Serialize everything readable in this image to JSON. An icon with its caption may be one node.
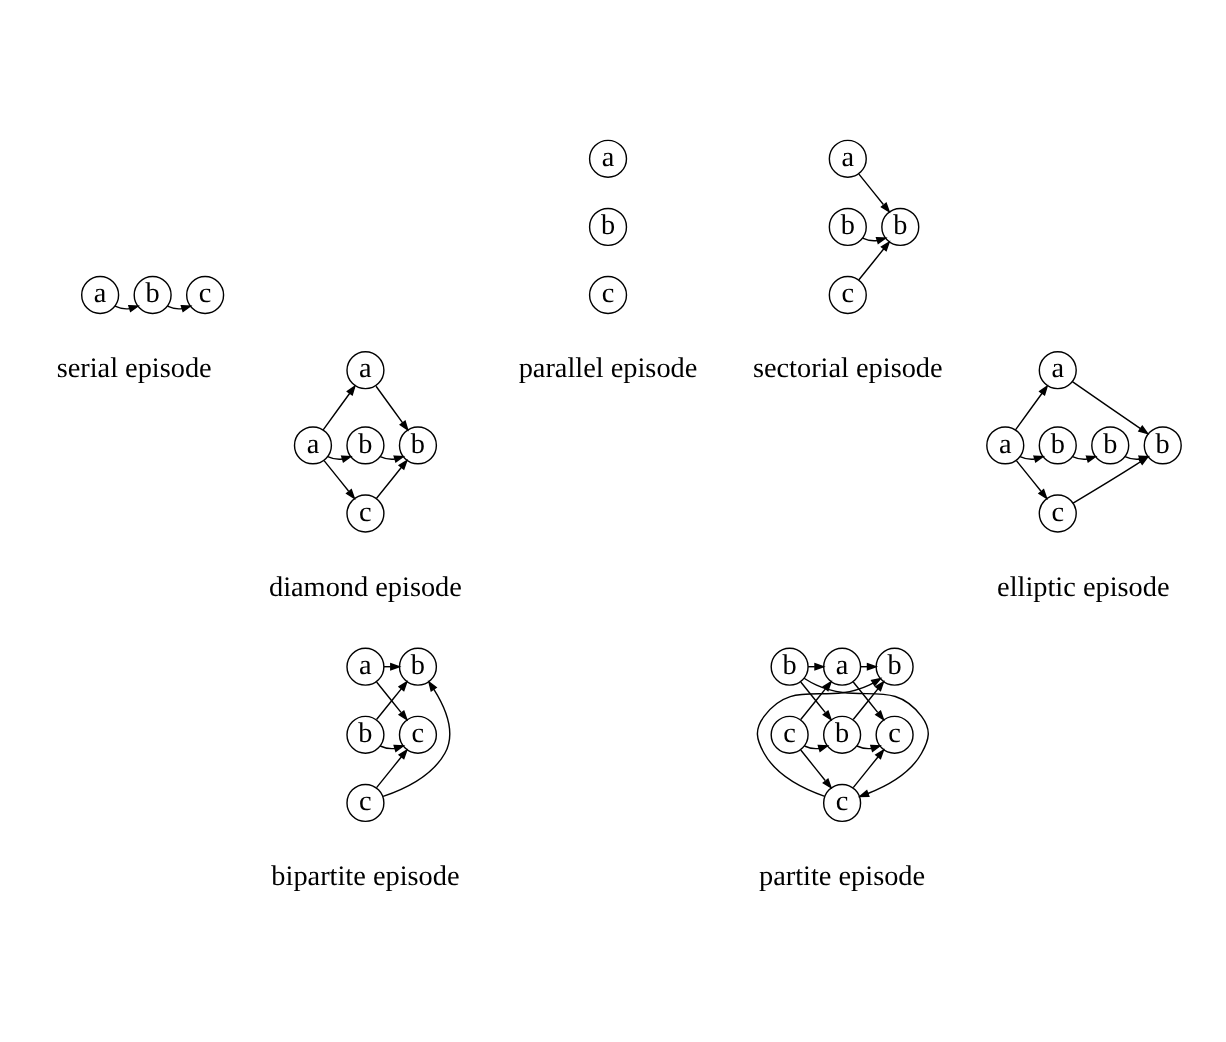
{
  "diagram": {
    "nodes": [
      {
        "text": [
          "a"
        ]
      },
      {
        "text": [
          "b"
        ]
      },
      {
        "text": [
          "c"
        ]
      },
      {
        "text": [
          "a"
        ]
      },
      {
        "text": [
          "b"
        ]
      },
      {
        "text": [
          "c"
        ]
      },
      {
        "text": [
          "a"
        ]
      },
      {
        "text": [
          "b"
        ]
      },
      {
        "text": [
          "c"
        ]
      },
      {
        "text": [
          "b"
        ]
      },
      {
        "text": [
          "a"
        ]
      },
      {
        "text": [
          "a"
        ]
      },
      {
        "text": [
          "b"
        ]
      },
      {
        "text": [
          "c"
        ]
      },
      {
        "text": [
          "b"
        ]
      },
      {
        "text": [
          "a"
        ]
      },
      {
        "text": [
          "a"
        ]
      },
      {
        "text": [
          "b"
        ]
      },
      {
        "text": [
          "b"
        ]
      },
      {
        "text": [
          "c"
        ]
      },
      {
        "text": [
          "b"
        ]
      },
      {
        "text": [
          "a"
        ]
      },
      {
        "text": [
          "b"
        ]
      },
      {
        "text": [
          "c"
        ]
      },
      {
        "text": [
          "b"
        ]
      },
      {
        "text": [
          "c"
        ]
      },
      {
        "text": [
          "b"
        ]
      },
      {
        "text": [
          "c"
        ]
      },
      {
        "text": [
          "a"
        ]
      },
      {
        "text": [
          "b"
        ]
      },
      {
        "text": [
          "c"
        ]
      },
      {
        "text": [
          "b"
        ]
      },
      {
        "text": [
          "c"
        ]
      }
    ],
    "edges": [
      {
        "from": 0,
        "to": 1,
        "arrow": "to"
      },
      {
        "from": 1,
        "to": 2,
        "arrow": "to"
      },
      {
        "from": 6,
        "to": 9,
        "arrow": "to"
      },
      {
        "from": 7,
        "to": 9,
        "arrow": "to"
      },
      {
        "from": 8,
        "to": 9,
        "arrow": "to"
      },
      {
        "from": 10,
        "to": 11,
        "arrow": "to"
      },
      {
        "from": 10,
        "to": 12,
        "arrow": "to"
      },
      {
        "from": 10,
        "to": 13,
        "arrow": "to"
      },
      {
        "from": 11,
        "to": 14,
        "arrow": "to"
      },
      {
        "from": 12,
        "to": 14,
        "arrow": "to"
      },
      {
        "from": 13,
        "to": 14,
        "arrow": "to"
      },
      {
        "from": 15,
        "to": 16,
        "arrow": "to"
      },
      {
        "from": 15,
        "to": 17,
        "arrow": "to"
      },
      {
        "from": 15,
        "to": 19,
        "arrow": "to"
      },
      {
        "from": 17,
        "to": 18,
        "arrow": "to"
      },
      {
        "from": 16,
        "to": 20,
        "arrow": "to"
      },
      {
        "from": 18,
        "to": 20,
        "arrow": "to"
      },
      {
        "from": 19,
        "to": 20,
        "arrow": "to"
      },
      {
        "from": 21,
        "to": 24,
        "arrow": "to"
      },
      {
        "from": 21,
        "to": 25,
        "arrow": "to"
      },
      {
        "from": 22,
        "to": 24,
        "arrow": "to"
      },
      {
        "from": 22,
        "to": 25,
        "arrow": "to"
      },
      {
        "from": 23,
        "to": 24,
        "arrow": "to"
      },
      {
        "from": 23,
        "to": 25,
        "arrow": "to"
      },
      {
        "from": 26,
        "to": 28,
        "arrow": "to"
      },
      {
        "from": 26,
        "to": 29,
        "arrow": "to"
      },
      {
        "from": 26,
        "to": 30,
        "arrow": "to"
      },
      {
        "from": 27,
        "to": 28,
        "arrow": "to"
      },
      {
        "from": 27,
        "to": 29,
        "arrow": "to"
      },
      {
        "from": 27,
        "to": 30,
        "arrow": "to"
      },
      {
        "from": 28,
        "to": 31,
        "arrow": "to"
      },
      {
        "from": 28,
        "to": 32,
        "arrow": "to"
      },
      {
        "from": 29,
        "to": 31,
        "arrow": "to"
      },
      {
        "from": 29,
        "to": 32,
        "arrow": "to"
      },
      {
        "from": 30,
        "to": 31,
        "arrow": "to"
      },
      {
        "from": 30,
        "to": 32,
        "arrow": "to"
      }
    ],
    "labels": [
      "serial episode",
      "parallel episode",
      "sectorial episode",
      "diamond episode",
      "elliptic episode",
      "bipartite episode",
      "partite episode"
    ]
  }
}
